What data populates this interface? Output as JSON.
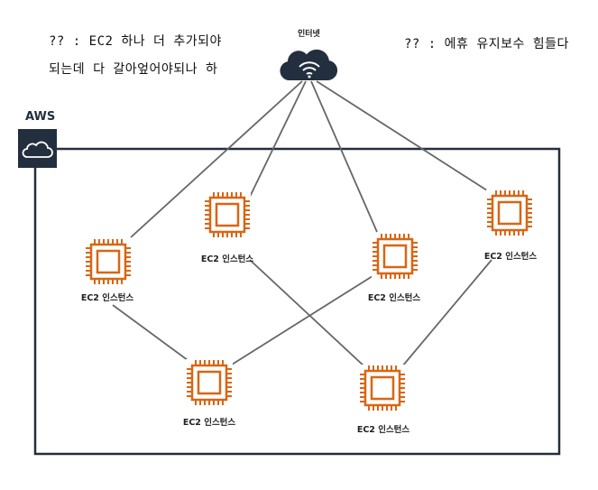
{
  "notes": {
    "note1_line1": "?? : EC2 하나 더 추가되야",
    "note1_line2": "되는데 다 갈아엎어야되나 하",
    "note2": "?? : 에휴 유지보수 힘들다"
  },
  "internet": {
    "label": "인터넷",
    "icon": "cloud-wifi-icon"
  },
  "aws": {
    "label": "AWS",
    "icon": "cloud-icon"
  },
  "instances": [
    {
      "label": "EC2 인스턴스",
      "icon": "ec2-chip-icon"
    },
    {
      "label": "EC2 인스턴스",
      "icon": "ec2-chip-icon"
    },
    {
      "label": "EC2 인스턴스",
      "icon": "ec2-chip-icon"
    },
    {
      "label": "EC2 인스턴스",
      "icon": "ec2-chip-icon"
    },
    {
      "label": "EC2 인스턴스",
      "icon": "ec2-chip-icon"
    },
    {
      "label": "EC2 인스턴스",
      "icon": "ec2-chip-icon"
    }
  ],
  "colors": {
    "chip": "#d86613",
    "aws_dark": "#232f3e",
    "line": "#666666"
  }
}
